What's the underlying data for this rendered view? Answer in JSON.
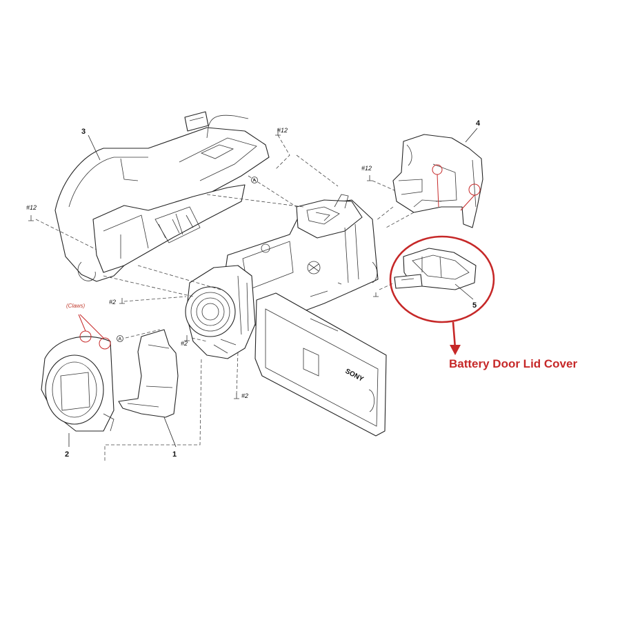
{
  "callout": {
    "label": "Battery Door Lid Cover",
    "color": "#c62828"
  },
  "brand": "SONY",
  "parts": {
    "p1": "1",
    "p2": "2",
    "p3": "3",
    "p4": "4",
    "p5": "5"
  },
  "screws": {
    "s12_top": "#12",
    "s12_right": "#12",
    "s12_left": "#12",
    "s2_left": "#2",
    "s2_mid": "#2",
    "s2_bottom": "#2"
  },
  "claws_note": "(Claws)",
  "ref_marks": {
    "a1": "A",
    "a2": "A"
  }
}
